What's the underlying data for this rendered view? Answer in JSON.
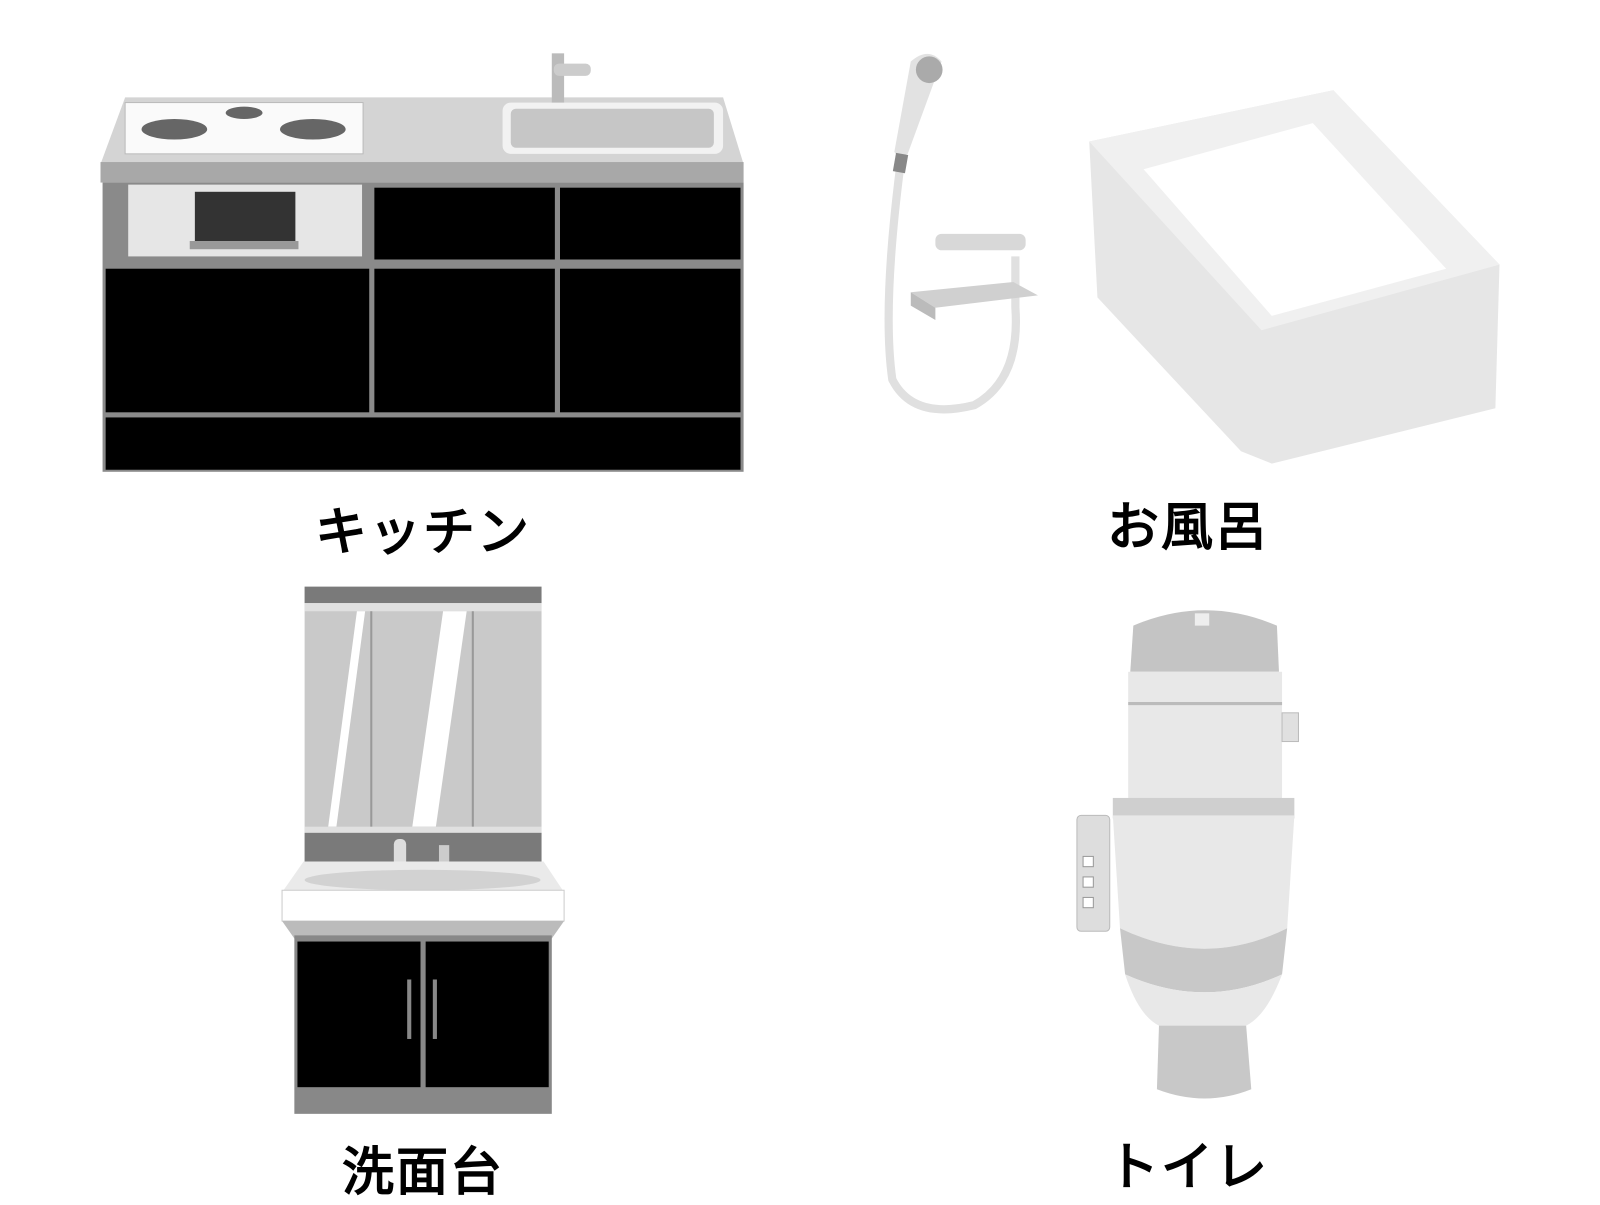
{
  "items": [
    {
      "id": "kitchen",
      "label": "キッチン"
    },
    {
      "id": "bath",
      "label": "お風呂"
    },
    {
      "id": "washbasin",
      "label": "洗面台"
    },
    {
      "id": "toilet",
      "label": "トイレ"
    }
  ],
  "colors": {
    "black": "#000000",
    "dark_gray": "#7a7a7a",
    "mid_gray": "#bdbdbd",
    "light_gray": "#e3e3e3",
    "white": "#ffffff"
  }
}
